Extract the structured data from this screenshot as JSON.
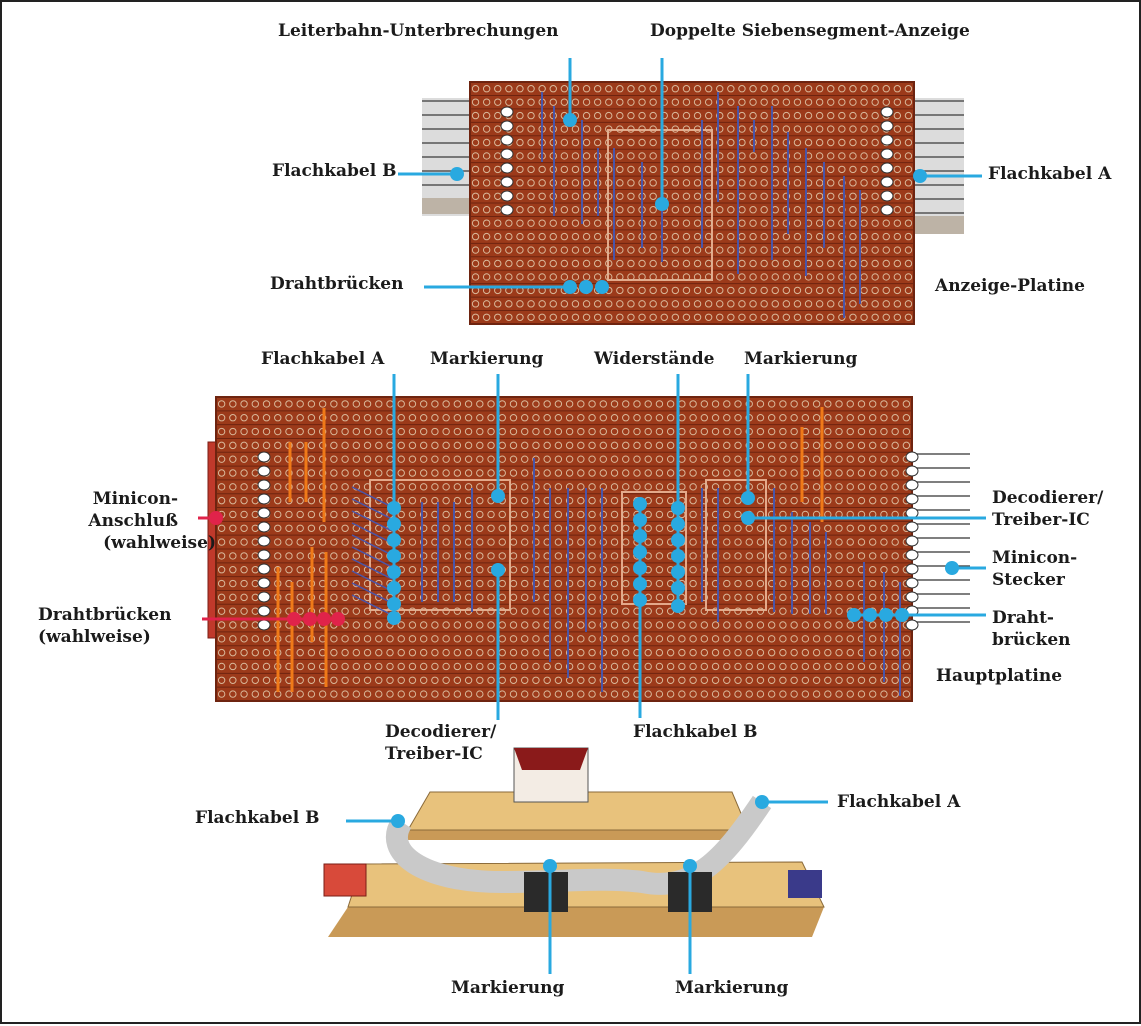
{
  "labels": {
    "top_trace_breaks": "Leiterbahn-Unterbrechungen",
    "top_dual_display": "Doppelte Siebensegment-Anzeige",
    "top_ribbon_b": "Flachkabel B",
    "top_ribbon_a": "Flachkabel A",
    "top_wire_links": "Drahtbrücken",
    "top_board_name": "Anzeige-Platine",
    "main_ribbon_a": "Flachkabel A",
    "main_marking_1": "Markierung",
    "main_resistors": "Widerstände",
    "main_marking_2": "Markierung",
    "main_minicon_socket_1": "Minicon-",
    "main_minicon_socket_2": "Anschluß",
    "main_minicon_socket_3": "(wahlweise)",
    "main_wire_links_opt_1": "Drahtbrücken",
    "main_wire_links_opt_2": "(wahlweise)",
    "main_decoder_1": "Decodierer/",
    "main_decoder_2": "Treiber-IC",
    "main_minicon_plug_1": "Minicon-",
    "main_minicon_plug_2": "Stecker",
    "main_wire_links_1": "Draht-",
    "main_wire_links_2": "brücken",
    "main_board_name": "Hauptplatine",
    "main_bottom_decoder_1": "Decodierer/",
    "main_bottom_decoder_2": "Treiber-IC",
    "main_bottom_ribbon_b": "Flachkabel B",
    "persp_ribbon_b": "Flachkabel B",
    "persp_ribbon_a": "Flachkabel A",
    "persp_marking_1": "Markierung",
    "persp_marking_2": "Markierung"
  },
  "colors": {
    "board": "#9c3a1a",
    "board_dark": "#6e2410",
    "hole": "#d9b89a",
    "leader": "#29a9e0",
    "leader_red": "#e0234a",
    "wire_orange": "#f07a18",
    "wire_blue": "#4a55a8",
    "text": "#1b1b1b",
    "pcb_tan": "#e8c27c",
    "ribbon_grey": "#c9c9c9"
  }
}
